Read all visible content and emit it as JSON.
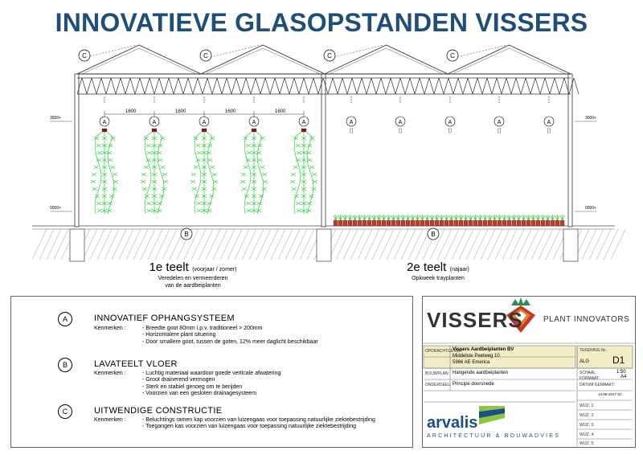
{
  "title": "INNOVATIEVE GLASOPSTANDEN VISSERS",
  "callouts": {
    "A": "A",
    "B": "B",
    "C": "C"
  },
  "dimensions": {
    "spacing": "1600",
    "level_top": "3000+",
    "level_floor": "0000+"
  },
  "sections": {
    "left": {
      "title": "1e teelt",
      "qualifier": "(voorjaar / zomer)",
      "desc1": "Veredelen en vermeerderen",
      "desc2": "van de aardbeiplanten"
    },
    "right": {
      "title": "2e teelt",
      "qualifier": "(najaar)",
      "desc1": "Opkweek trayplanten"
    }
  },
  "legend": [
    {
      "letter": "A",
      "title": "INNOVATIEF OPHANGSYSTEEM",
      "label": "Kenmerken :",
      "lines": [
        "- Breedte goot 80mm i.p.v. traditioneel > 200mm",
        "- Horizontalere plant situering",
        "- Door smallere goot, tussen de goten, 12% meer daglicht beschikbaar"
      ]
    },
    {
      "letter": "B",
      "title": "LAVATEELT VLOER",
      "label": "Kenmerken :",
      "lines": [
        "- Luchtig materiaal waardoor goede verticale afwatering",
        "- Groot drainerend vermogen",
        "- Sterk en stabiel genoeg om te berijden",
        "- Voorzien van een gesloten drainagesysteem"
      ]
    },
    {
      "letter": "C",
      "title": "UITWENDIGE CONSTRUCTIE",
      "label": "Kenmerken :",
      "lines": [
        "- Beluchtings ramen kap voorzien van luizengaas voor toepassing natuurlijke ziektebestrijding",
        "- Toegangen kas voorzien van luizengaas voor toepassing natuurlijke ziektebestrijding"
      ]
    }
  ],
  "titleblock": {
    "brand": "VISSERS",
    "tagline": "PLANT INNOVATORS",
    "opdrachtgever_label": "OPDRACHTGEVER:",
    "opdrachtgever": "Vissers Aardbeiplanten BV",
    "address1": "Middelste Peelweg 10",
    "address2": "5966 AE  Emerica",
    "bouwplan_label": "BOUWPLAN:",
    "bouwplan": "Hangende aardbeiplanten",
    "onderdeel_label": "ONDERDEEL:",
    "onderdeel": "Principe doorsnede",
    "tekening_label": "TEKENING Nr.:",
    "tekening_prefix": "ALG",
    "tekening_nr": "D1",
    "schaal_label": "SCHAAL:",
    "schaal": "1:50",
    "formaat_label": "FORMAAT:",
    "formaat": "A4",
    "datum_label": "DATUM GEMAAKT:",
    "datum": "14-08-2017 SJ",
    "wijz": [
      "WIJZ. 1:",
      "WIJZ. 2:",
      "WIJZ. 3:",
      "WIJZ. 4:",
      "WIJZ. 5:"
    ],
    "architect": "arvalis",
    "architect_sub": "ARCHITECTUUR & BOUWADVIES"
  },
  "colors": {
    "title": "#1f4e79",
    "plant": "#2ecc40",
    "tray": "#c0392b",
    "tb_yellow": "#f2edc4",
    "arvalis_blue": "#1a4f8b",
    "arvalis_green": "#8cc63f",
    "logo_red": "#c0392b",
    "logo_orange": "#e67e22"
  }
}
